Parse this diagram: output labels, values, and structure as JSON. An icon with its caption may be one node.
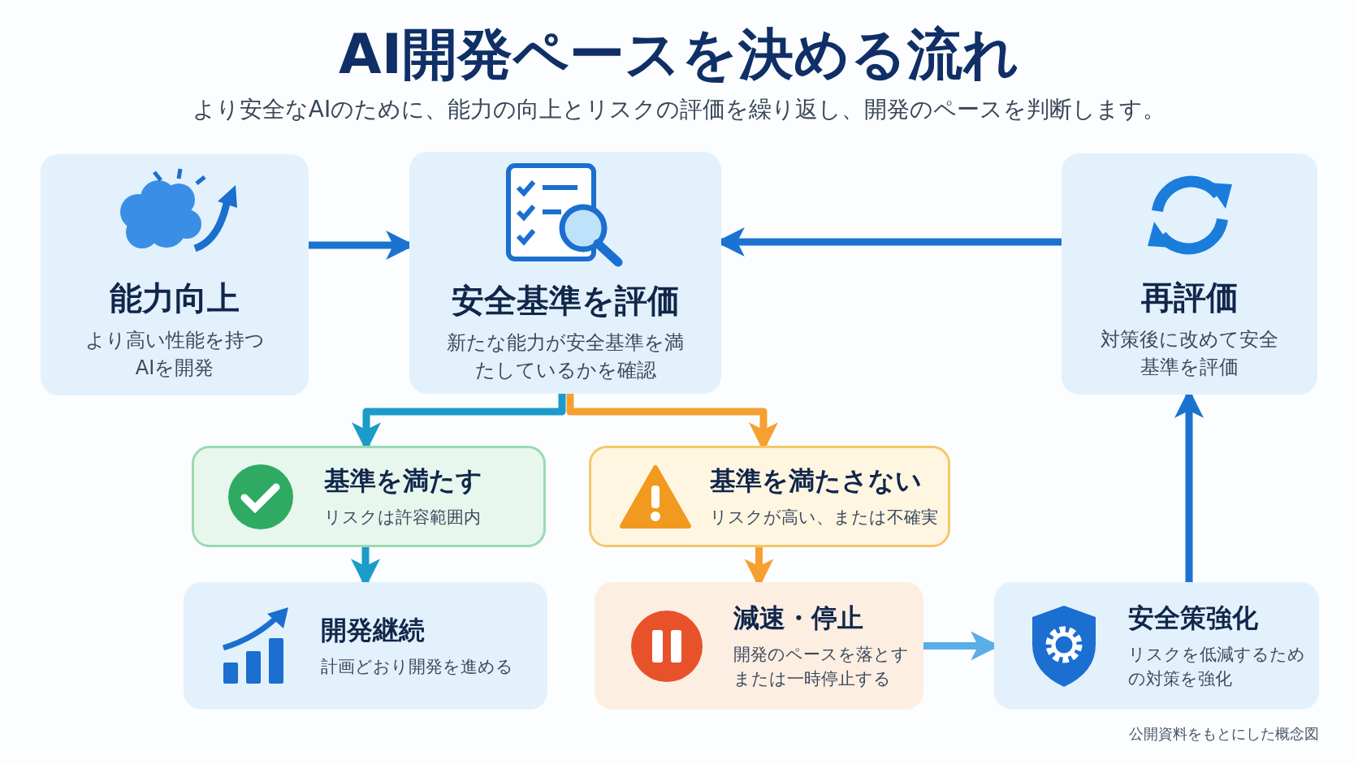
{
  "diagram": {
    "title": "AI開発ペースを決める流れ",
    "caption": "公開資料をもとにした概念図",
    "nodes": [
      {
        "text": [
          "能力向上",
          "より高い性能を持つAIを開発"
        ]
      },
      {
        "text": [
          "安全基準を評価",
          "新たな能力が安全基準を満たしているかを確認"
        ]
      },
      {
        "text": [
          "再評価",
          "対策後に改めて安全基準を評価"
        ]
      },
      {
        "text": [
          "基準を満たす",
          "リスクは許容範囲内"
        ]
      },
      {
        "text": [
          "基準を満たさない",
          "リスクが高い、または不確実"
        ]
      },
      {
        "text": [
          "開発継続",
          "計画どおり開発を進める"
        ]
      },
      {
        "text": [
          "減速・停止",
          "開発のペースを落とすまたは一時停止する"
        ]
      },
      {
        "text": [
          "安全策強化",
          "リスクを低減するための対策を強化"
        ]
      }
    ],
    "edges": [
      {
        "from": 0,
        "to": 1,
        "arrow": "to"
      },
      {
        "from": 2,
        "to": 1,
        "arrow": "to"
      },
      {
        "from": 1,
        "to": 3,
        "arrow": "to",
        "color": "#1b9bc9"
      },
      {
        "from": 1,
        "to": 4,
        "arrow": "to",
        "color": "#f5a030"
      },
      {
        "from": 3,
        "to": 5,
        "arrow": "to",
        "color": "#1b9bc9"
      },
      {
        "from": 4,
        "to": 6,
        "arrow": "to",
        "color": "#f5a030"
      },
      {
        "from": 6,
        "to": 7,
        "arrow": "to",
        "color": "#5aaee8"
      },
      {
        "from": 7,
        "to": 2,
        "arrow": "to"
      }
    ],
    "labels": [
      "より安全なAIのために、能力の向上とリスクの評価を繰り返し、開発のペースを判断します。"
    ]
  }
}
